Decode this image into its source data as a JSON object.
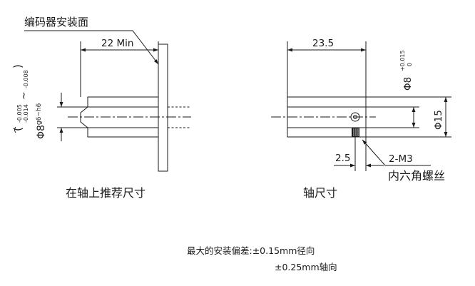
{
  "left": {
    "surface_label": "编码器安装面",
    "dim_min": "22 Min",
    "tol_upper": "-0.005",
    "tol_lower": "-0.014",
    "tol_tilde": "~",
    "tol_lower2": "-0.008",
    "dia_prefix": "Φ8",
    "dia_fit": "g6~h6",
    "caption": "在轴上推荐尺寸"
  },
  "right": {
    "dim_length": "23.5",
    "dia8_label": "Φ8",
    "dia8_tol_upper": "+0.015",
    "dia8_tol_lower": "0",
    "dia15_label": "Φ15",
    "dim_offset": "2.5",
    "screw_size": "2-M3",
    "screw_label": "内六角螺丝",
    "caption": "轴尺寸"
  },
  "note": {
    "line1": "最大的安装偏差:±0.15mm径向",
    "line2": "±0.25mm轴向"
  }
}
